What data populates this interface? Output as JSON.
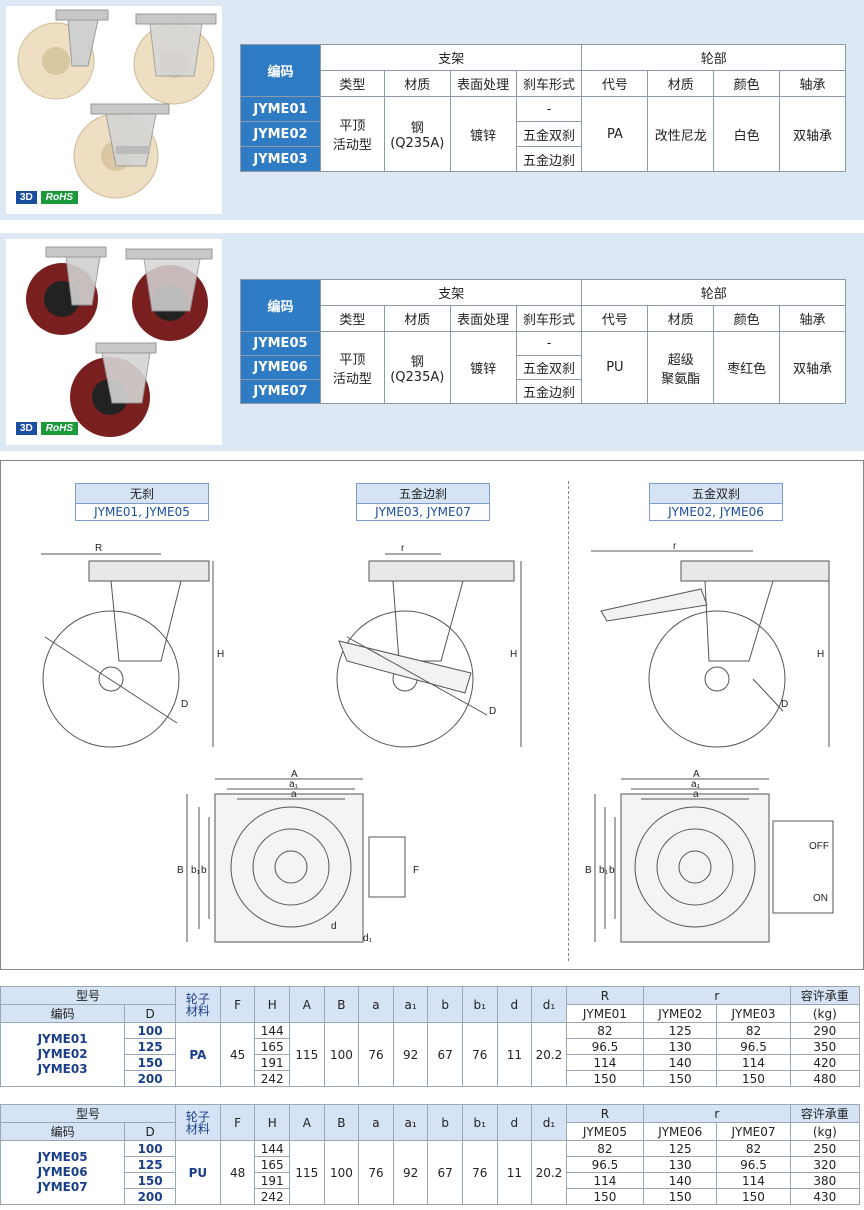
{
  "badges": {
    "b3d": "3D",
    "rohs": "RoHS"
  },
  "spec_tables": [
    {
      "header": {
        "code": "编码",
        "bracket": "支架",
        "wheel": "轮部"
      },
      "subheader": [
        "类型",
        "材质",
        "表面处理",
        "刹车形式",
        "代号",
        "材质",
        "颜色",
        "轴承"
      ],
      "codes": [
        "JYME01",
        "JYME02",
        "JYME03"
      ],
      "type": "平顶\n活动型",
      "material": "钢\n(Q235A)",
      "surface": "镀锌",
      "brakes": [
        "-",
        "五金双刹",
        "五金边刹"
      ],
      "wheel_code": "PA",
      "wheel_material": "改性尼龙",
      "color": "白色",
      "bearing": "双轴承"
    },
    {
      "header": {
        "code": "编码",
        "bracket": "支架",
        "wheel": "轮部"
      },
      "subheader": [
        "类型",
        "材质",
        "表面处理",
        "刹车形式",
        "代号",
        "材质",
        "颜色",
        "轴承"
      ],
      "codes": [
        "JYME05",
        "JYME06",
        "JYME07"
      ],
      "type": "平顶\n活动型",
      "material": "钢\n(Q235A)",
      "surface": "镀锌",
      "brakes": [
        "-",
        "五金双刹",
        "五金边刹"
      ],
      "wheel_code": "PU",
      "wheel_material": "超级\n聚氨酯",
      "color": "枣红色",
      "bearing": "双轴承"
    }
  ],
  "drawing_labels": [
    {
      "title": "无刹",
      "models": "JYME01, JYME05"
    },
    {
      "title": "五金边刹",
      "models": "JYME03, JYME07"
    },
    {
      "title": "五金双刹",
      "models": "JYME02, JYME06"
    }
  ],
  "dim_letters": {
    "R": "R",
    "r": "r",
    "H": "H",
    "D": "D",
    "A": "A",
    "a1": "a₁",
    "a": "a",
    "B": "B",
    "b1": "b₁",
    "b": "b",
    "F": "F",
    "d": "d",
    "d1": "d₁",
    "off": "OFF",
    "on": "ON"
  },
  "dim_tables": [
    {
      "h_model": "型号",
      "h_code": "编码",
      "h_D": "D",
      "h_mat": "轮子\n材料",
      "h_F": "F",
      "h_H": "H",
      "h_A": "A",
      "h_B": "B",
      "h_a": "a",
      "h_a1": "a₁",
      "h_b": "b",
      "h_b1": "b₁",
      "h_d": "d",
      "h_d1": "d₁",
      "h_R": "R",
      "h_r": "r",
      "h_load": "容许承重",
      "h_unit": "(kg)",
      "cols": [
        "JYME01",
        "JYME02",
        "JYME03"
      ],
      "codes": "JYME01\nJYME02\nJYME03",
      "material": "PA",
      "F": "45",
      "A": "115",
      "B": "100",
      "a": "76",
      "a1": "92",
      "b": "67",
      "b1": "76",
      "d": "11",
      "d1": "20.2",
      "rows": [
        {
          "D": "100",
          "H": "144",
          "R": "82",
          "r1": "125",
          "r2": "82",
          "load": "290"
        },
        {
          "D": "125",
          "H": "165",
          "R": "96.5",
          "r1": "130",
          "r2": "96.5",
          "load": "350"
        },
        {
          "D": "150",
          "H": "191",
          "R": "114",
          "r1": "140",
          "r2": "114",
          "load": "420"
        },
        {
          "D": "200",
          "H": "242",
          "R": "150",
          "r1": "150",
          "r2": "150",
          "load": "480"
        }
      ]
    },
    {
      "h_model": "型号",
      "h_code": "编码",
      "h_D": "D",
      "h_mat": "轮子\n材料",
      "h_F": "F",
      "h_H": "H",
      "h_A": "A",
      "h_B": "B",
      "h_a": "a",
      "h_a1": "a₁",
      "h_b": "b",
      "h_b1": "b₁",
      "h_d": "d",
      "h_d1": "d₁",
      "h_R": "R",
      "h_r": "r",
      "h_load": "容许承重",
      "h_unit": "(kg)",
      "cols": [
        "JYME05",
        "JYME06",
        "JYME07"
      ],
      "codes": "JYME05\nJYME06\nJYME07",
      "material": "PU",
      "F": "48",
      "A": "115",
      "B": "100",
      "a": "76",
      "a1": "92",
      "b": "67",
      "b1": "76",
      "d": "11",
      "d1": "20.2",
      "rows": [
        {
          "D": "100",
          "H": "144",
          "R": "82",
          "r1": "125",
          "r2": "82",
          "load": "250"
        },
        {
          "D": "125",
          "H": "165",
          "R": "96.5",
          "r1": "130",
          "r2": "96.5",
          "load": "320"
        },
        {
          "D": "150",
          "H": "191",
          "R": "114",
          "r1": "140",
          "r2": "114",
          "load": "380"
        },
        {
          "D": "200",
          "H": "242",
          "R": "150",
          "r1": "150",
          "r2": "150",
          "load": "430"
        }
      ]
    }
  ],
  "colors": {
    "header_blue": "#2f7bc4",
    "panel_bg": "#dde8f5",
    "nylon_wheel": "#eedfc2",
    "pu_wheel": "#7a1f1f"
  }
}
